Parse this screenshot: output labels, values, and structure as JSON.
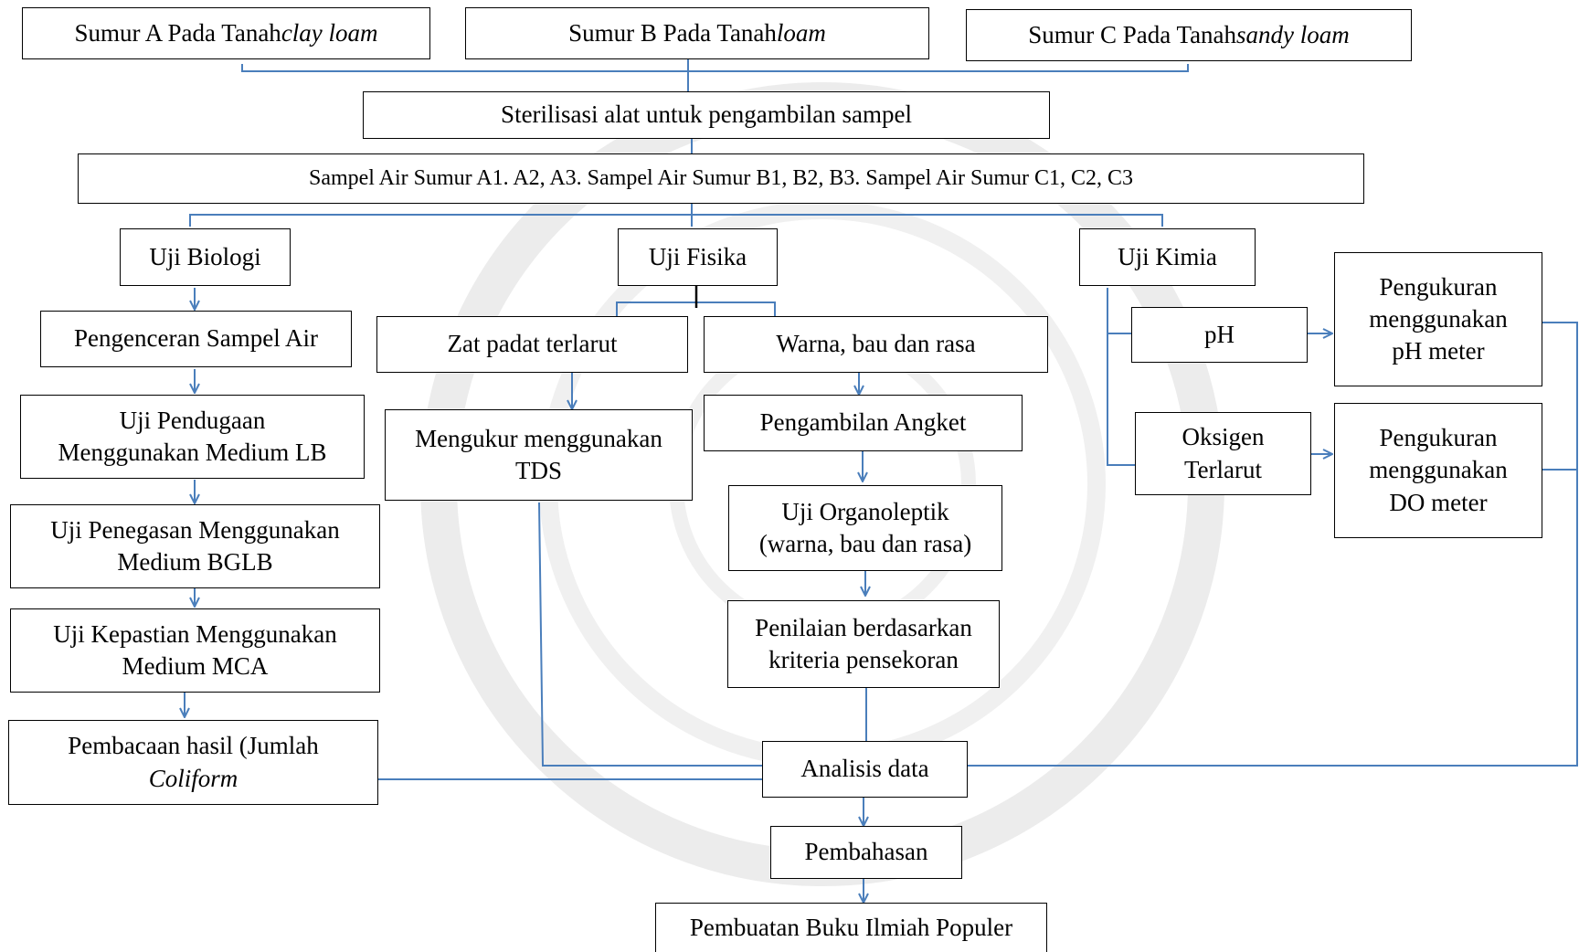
{
  "boxes": {
    "sumur_a": {
      "text": "Sumur A Pada Tanah ",
      "italic": "clay loam"
    },
    "sumur_b": {
      "text": "Sumur B Pada Tanah ",
      "italic": "loam"
    },
    "sumur_c": {
      "text": "Sumur C Pada Tanah ",
      "italic": "sandy loam"
    },
    "sterilisasi": "Sterilisasi alat untuk pengambilan sampel",
    "sampel": "Sampel Air Sumur A1. A2, A3. Sampel Air Sumur B1, B2, B3. Sampel Air Sumur C1, C2, C3",
    "uji_biologi": "Uji Biologi",
    "uji_fisika": "Uji Fisika",
    "uji_kimia": "Uji Kimia",
    "pengenceran": "Pengenceran Sampel Air",
    "pendugaan": [
      "Uji Pendugaan",
      "Menggunakan Medium LB"
    ],
    "penegasan": [
      "Uji Penegasan Menggunakan",
      "Medium BGLB"
    ],
    "kepastian": [
      "Uji Kepastian Menggunakan",
      "Medium MCA"
    ],
    "pembacaan": {
      "line1": "Pembacaan hasil (Jumlah",
      "line2_italic": "Coliform"
    },
    "zat_padat": "Zat  padat  terlarut",
    "mengukur_tds": [
      "Mengukur menggunakan",
      "TDS"
    ],
    "warna": "Warna, bau dan rasa",
    "angket": "Pengambilan Angket",
    "organoleptik": [
      "Uji Organoleptik",
      "(warna, bau dan rasa)"
    ],
    "penilaian": [
      "Penilaian berdasarkan",
      "kriteria pensekoran"
    ],
    "ph": "pH",
    "oksigen": [
      "Oksigen",
      "Terlarut"
    ],
    "pengukuran_ph": [
      "Pengukuran",
      "menggunakan",
      "pH  meter"
    ],
    "pengukuran_do": [
      "Pengukuran",
      "menggunakan",
      "DO  meter"
    ],
    "analisis": "Analisis data",
    "pembahasan": "Pembahasan",
    "pembuatan": "Pembuatan  Buku Ilmiah Populer"
  },
  "colors": {
    "connector": "#4a7ebb",
    "border": "#000000",
    "watermark": "#e9e9e9"
  }
}
